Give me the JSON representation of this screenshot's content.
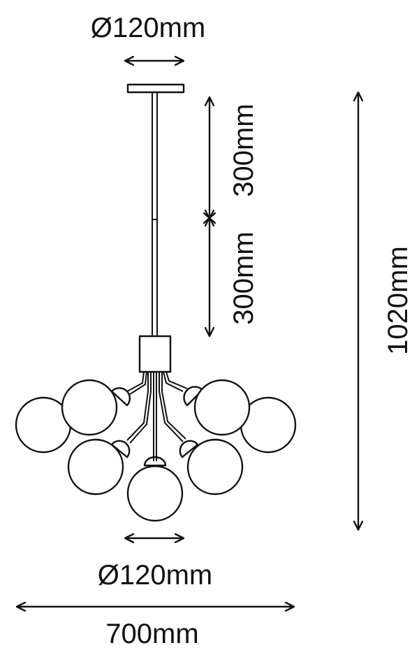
{
  "dimensions": {
    "canopy_diameter": "Ø120mm",
    "rod_upper": "300mm",
    "rod_lower": "300mm",
    "total_height": "1020mm",
    "globe_diameter": "Ø120mm",
    "total_width": "700mm"
  },
  "colors": {
    "line": "#111111",
    "background": "#ffffff"
  },
  "icons": [
    "canopy",
    "rod",
    "hub",
    "arms",
    "globe"
  ]
}
